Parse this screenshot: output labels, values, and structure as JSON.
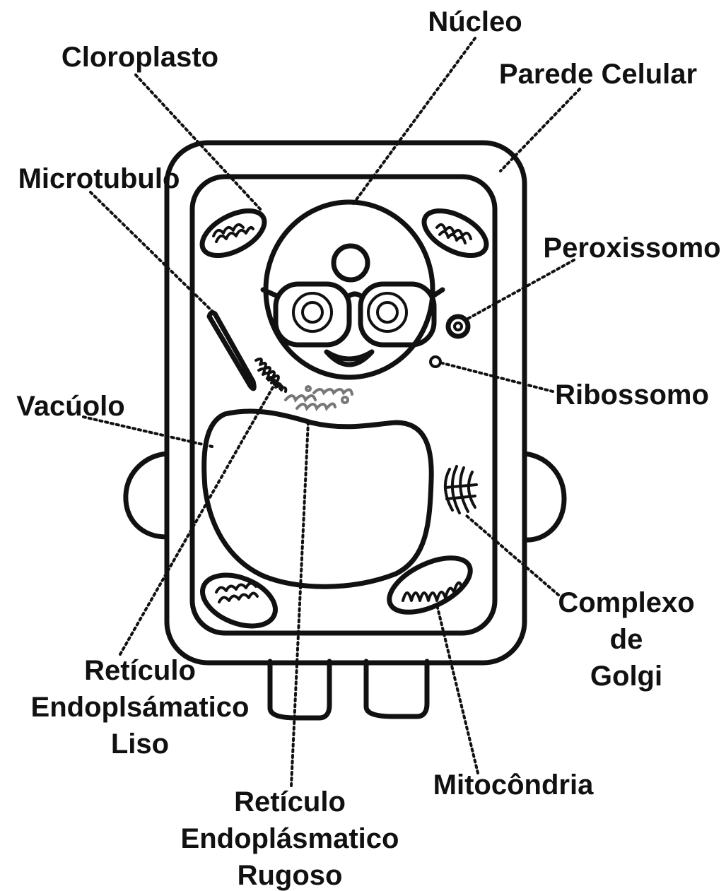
{
  "diagram": {
    "labels": {
      "nucleo": "Núcleo",
      "cloroplasto": "Cloroplasto",
      "parede_celular": "Parede Celular",
      "microtubulo": "Microtubulo",
      "peroxissomo": "Peroxissomo",
      "vacuolo": "Vacúolo",
      "ribossomo": "Ribossomo",
      "complexo_golgi": [
        "Complexo",
        "de",
        "Golgi"
      ],
      "reticulo_liso": [
        "Retículo",
        "Endoplsámatico",
        "Liso"
      ],
      "reticulo_rugoso": [
        "Retículo",
        "Endoplásmatico",
        "Rugoso"
      ],
      "mitocondria": "Mitocôndria"
    }
  }
}
